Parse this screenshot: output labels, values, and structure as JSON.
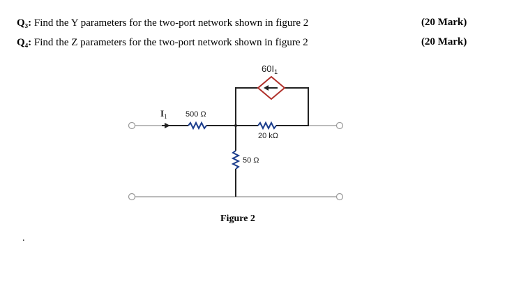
{
  "questions": [
    {
      "label": "Q₃:",
      "text": "Find the Y parameters for the two-port network shown in figure 2",
      "marks": "(20 Mark)"
    },
    {
      "label": "Q₄:",
      "text": "Find the Z parameters for the two-port network shown in figure 2",
      "marks": "(20 Mark)"
    }
  ],
  "circuit": {
    "dependent_source": "60I",
    "dependent_source_sub": "1",
    "current_label": "I",
    "current_label_sub": "1",
    "r1": "500 Ω",
    "r2": "20 kΩ",
    "r3": "50 Ω"
  },
  "figure_caption": "Figure 2",
  "stray_mark": "."
}
